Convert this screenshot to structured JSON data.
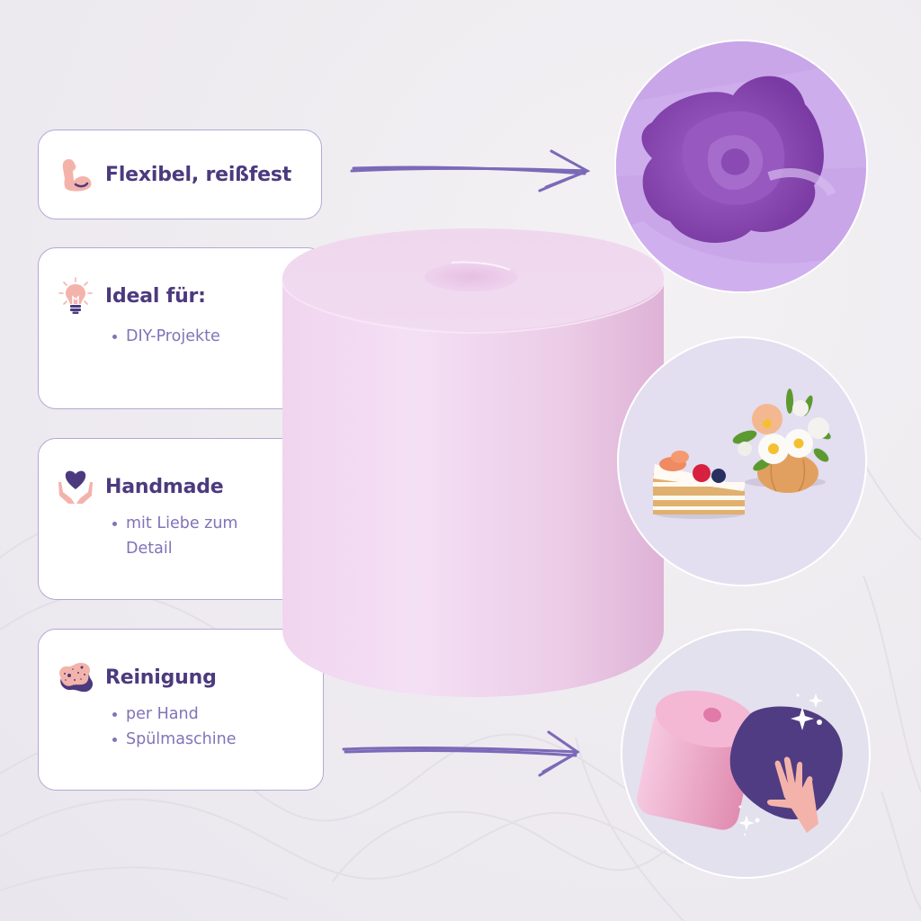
{
  "features": [
    {
      "id": "flexible",
      "icon": "flexed-bicep-icon",
      "title": "Flexibel, reißfest",
      "items": []
    },
    {
      "id": "ideal",
      "icon": "lightbulb-icon",
      "title": "Ideal für:",
      "items": [
        "DIY-Projekte"
      ]
    },
    {
      "id": "handmade",
      "icon": "hands-heart-icon",
      "title": "Handmade",
      "items": [
        "mit Liebe zum Detail"
      ]
    },
    {
      "id": "cleaning",
      "icon": "sponge-icon",
      "title": "Reinigung",
      "items": [
        "per Hand",
        "Spülmaschine"
      ]
    }
  ],
  "images": {
    "product": "pink-silicone-cylinder-mold",
    "circle_top": "rose-mold-detail",
    "circle_middle": "cake-and-flower-pumpkin-examples",
    "circle_bottom": "cleaning-illustration"
  },
  "colors": {
    "title": "#4c3a7e",
    "list": "#8273b8",
    "border": "#b3a9d6",
    "accent_pink": "#f3b3ab",
    "arrow": "#7b69b8",
    "background": "#efecf1",
    "product": "#efd6ef"
  }
}
